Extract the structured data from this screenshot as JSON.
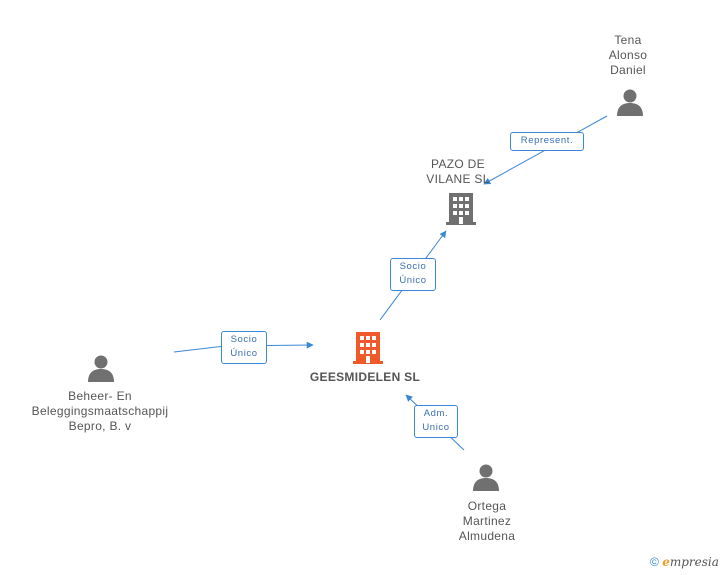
{
  "nodes": {
    "tena": {
      "lines": [
        "Tena",
        "Alonso",
        "Daniel"
      ]
    },
    "pazo": {
      "lines": [
        "PAZO DE",
        "VILANE SL"
      ]
    },
    "geesmidelen": {
      "lines": [
        "GEESMIDELEN SL"
      ]
    },
    "beheer": {
      "lines": [
        "Beheer- En",
        "Beleggingsmaatschappij",
        "Bepro,  B. v"
      ]
    },
    "ortega": {
      "lines": [
        "Ortega",
        "Martinez",
        "Almudena"
      ]
    }
  },
  "edges": {
    "represent": {
      "lines": [
        "Represent."
      ]
    },
    "socio_unico_up": {
      "lines": [
        "Socio",
        "Único"
      ]
    },
    "socio_unico_left": {
      "lines": [
        "Socio",
        "Único"
      ]
    },
    "adm_unico": {
      "lines": [
        "Adm.",
        "Unico"
      ]
    }
  },
  "colors": {
    "edge": "#3a87d6",
    "person": "#707070",
    "company": "#707070",
    "company_main": "#f05a28"
  },
  "footer": {
    "copyright": "©",
    "brand_e": "e",
    "brand_rest": "mpresia"
  }
}
